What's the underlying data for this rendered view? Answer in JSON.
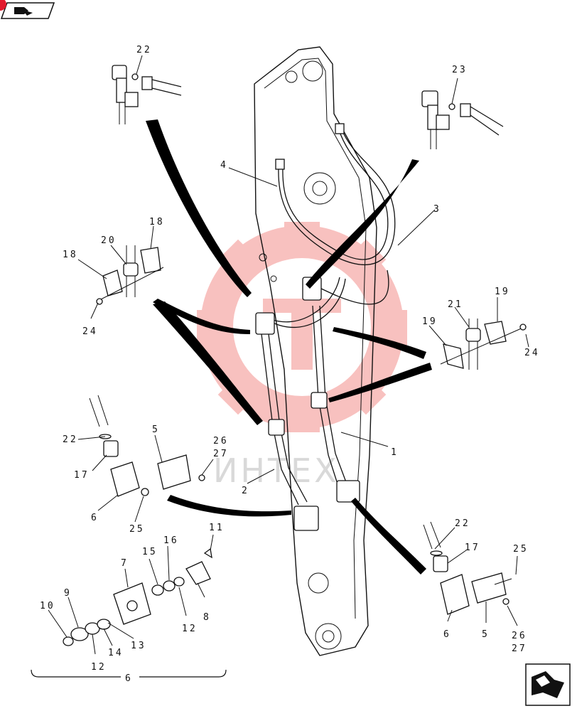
{
  "watermark": {
    "text": "ИНТЕХ",
    "gear_color": "#e8231e"
  },
  "nav": {
    "back_icon": "nav-back-icon",
    "next_icon": "nav-next-icon",
    "badge_color": "#e2192c"
  },
  "labels": {
    "l22a": "22",
    "l23": "23",
    "l4": "4",
    "l3": "3",
    "l18a": "18",
    "l18b": "18",
    "l20": "20",
    "l24a": "24",
    "l19a": "19",
    "l19b": "19",
    "l21": "21",
    "l24b": "24",
    "l1": "1",
    "l2": "2",
    "l22b": "22",
    "l17a": "17",
    "l5a": "5",
    "l26a": "26",
    "l27a": "27",
    "l6a": "6",
    "l25a": "25",
    "l11": "11",
    "l15": "15",
    "l16": "16",
    "l7": "7",
    "l8": "8",
    "l12a": "12",
    "l10": "10",
    "l9": "9",
    "l12b": "12",
    "l14": "14",
    "l13": "13",
    "l6b": "6",
    "l22c": "22",
    "l17b": "17",
    "l25b": "25",
    "l6c": "6",
    "l5b": "5",
    "l26b": "26",
    "l27b": "27"
  }
}
